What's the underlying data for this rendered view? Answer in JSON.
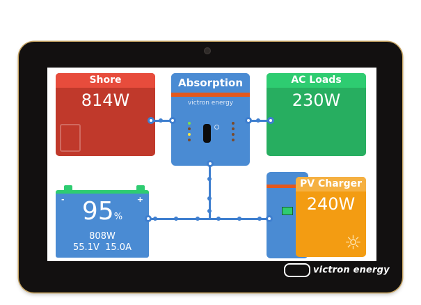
{
  "device": {
    "brand_footer": "victron energy"
  },
  "tiles": {
    "shore": {
      "title": "Shore",
      "value": "814W",
      "color": "#c0392b",
      "icon": "shore-power-plug-icon"
    },
    "inverter": {
      "title": "Absorption",
      "brand": "victron energy",
      "color": "#4a8bd3"
    },
    "ac_loads": {
      "title": "AC Loads",
      "value": "230W",
      "color": "#27ae60"
    },
    "battery": {
      "soc": "95",
      "soc_unit": "%",
      "power": "808W",
      "voltage": "55.1V",
      "current": "15.0A",
      "minus": "-",
      "plus": "+",
      "color": "#4a8bd3"
    },
    "pv_charger": {
      "title": "PV Charger",
      "value": "240W",
      "color": "#f39c12",
      "icon": "sun-icon"
    }
  },
  "colors": {
    "wire": "#3f7fcf",
    "stripe": "#e2581d",
    "bezel": "#121010"
  }
}
